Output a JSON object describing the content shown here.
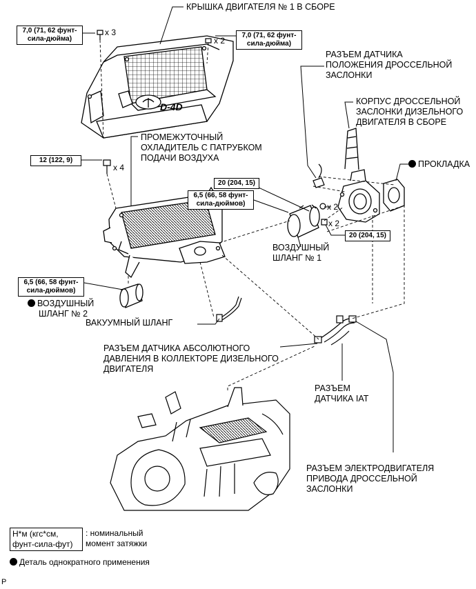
{
  "labels": {
    "engine_cover": "КРЫШКА ДВИГАТЕЛЯ № 1 В СБОРЕ",
    "throttle_sensor": [
      "РАЗЪЕМ ДАТЧИКА",
      "ПОЛОЖЕНИЯ ДРОССЕЛЬНОЙ",
      "ЗАСЛОНКИ"
    ],
    "throttle_body": [
      "КОРПУС ДРОССЕЛЬНОЙ",
      "ЗАСЛОНКИ ДИЗЕЛЬНОГО",
      "ДВИГАТЕЛЯ В СБОРЕ"
    ],
    "intercooler": [
      "ПРОМЕЖУТОЧНЫЙ",
      "ОХЛАДИТЕЛЬ С ПАТРУБКОМ",
      "ПОДАЧИ ВОЗДУХА"
    ],
    "gasket": "ПРОКЛАДКА",
    "air_hose_1": [
      "ВОЗДУШНЫЙ",
      "ШЛАНГ № 1"
    ],
    "air_hose_2": [
      "ВОЗДУШНЫЙ",
      "ШЛАНГ № 2"
    ],
    "vacuum_hose": "ВАКУУМНЫЙ ШЛАНГ",
    "map_sensor": [
      "РАЗЪЕМ ДАТЧИКА АБСОЛЮТНОГО",
      "ДАВЛЕНИЯ В КОЛЛЕКТОРЕ ДИЗЕЛЬНОГО",
      "ДВИГАТЕЛЯ"
    ],
    "iat_sensor": [
      "РАЗЪЕМ",
      "ДАТЧИКА IAT"
    ],
    "throttle_motor": [
      "РАЗЪЕМ ЭЛЕКТРОДВИГАТЕЛЯ",
      "ПРИВОДА ДРОССЕЛЬНОЙ",
      "ЗАСЛОНКИ"
    ]
  },
  "torques": {
    "cover_left": [
      "7,0 (71, 62 фунт-",
      "сила-дюйма)"
    ],
    "cover_right": [
      "7,0 (71, 62 фунт-",
      "сила-дюйма)"
    ],
    "intercooler_bolt": [
      "12 (122, 9)"
    ],
    "throttle_nut": [
      "20 (204, 15)"
    ],
    "hose1_clamp": [
      "6,5 (66, 58 фунт-",
      "сила-дюймов)"
    ],
    "throttle_bolt": [
      "20 (204, 15)"
    ],
    "hose2_clamp": [
      "6,5 (66, 58 фунт-",
      "сила-дюймов)"
    ]
  },
  "quantities": {
    "cover_left": "x 3",
    "cover_right": "x 2",
    "intercooler_bolt": "x 4",
    "throttle_nut": "x 2",
    "throttle_bolt": "x 2"
  },
  "cover_logo_text": "D-4D",
  "legend": {
    "unit_box": [
      "Н*м (кгс*см,",
      "фунт-сила-фут)"
    ],
    "unit_desc": [
      ": номинальный",
      "момент затяжки"
    ],
    "non_reusable": "Деталь однократного применения"
  },
  "footer": "P"
}
